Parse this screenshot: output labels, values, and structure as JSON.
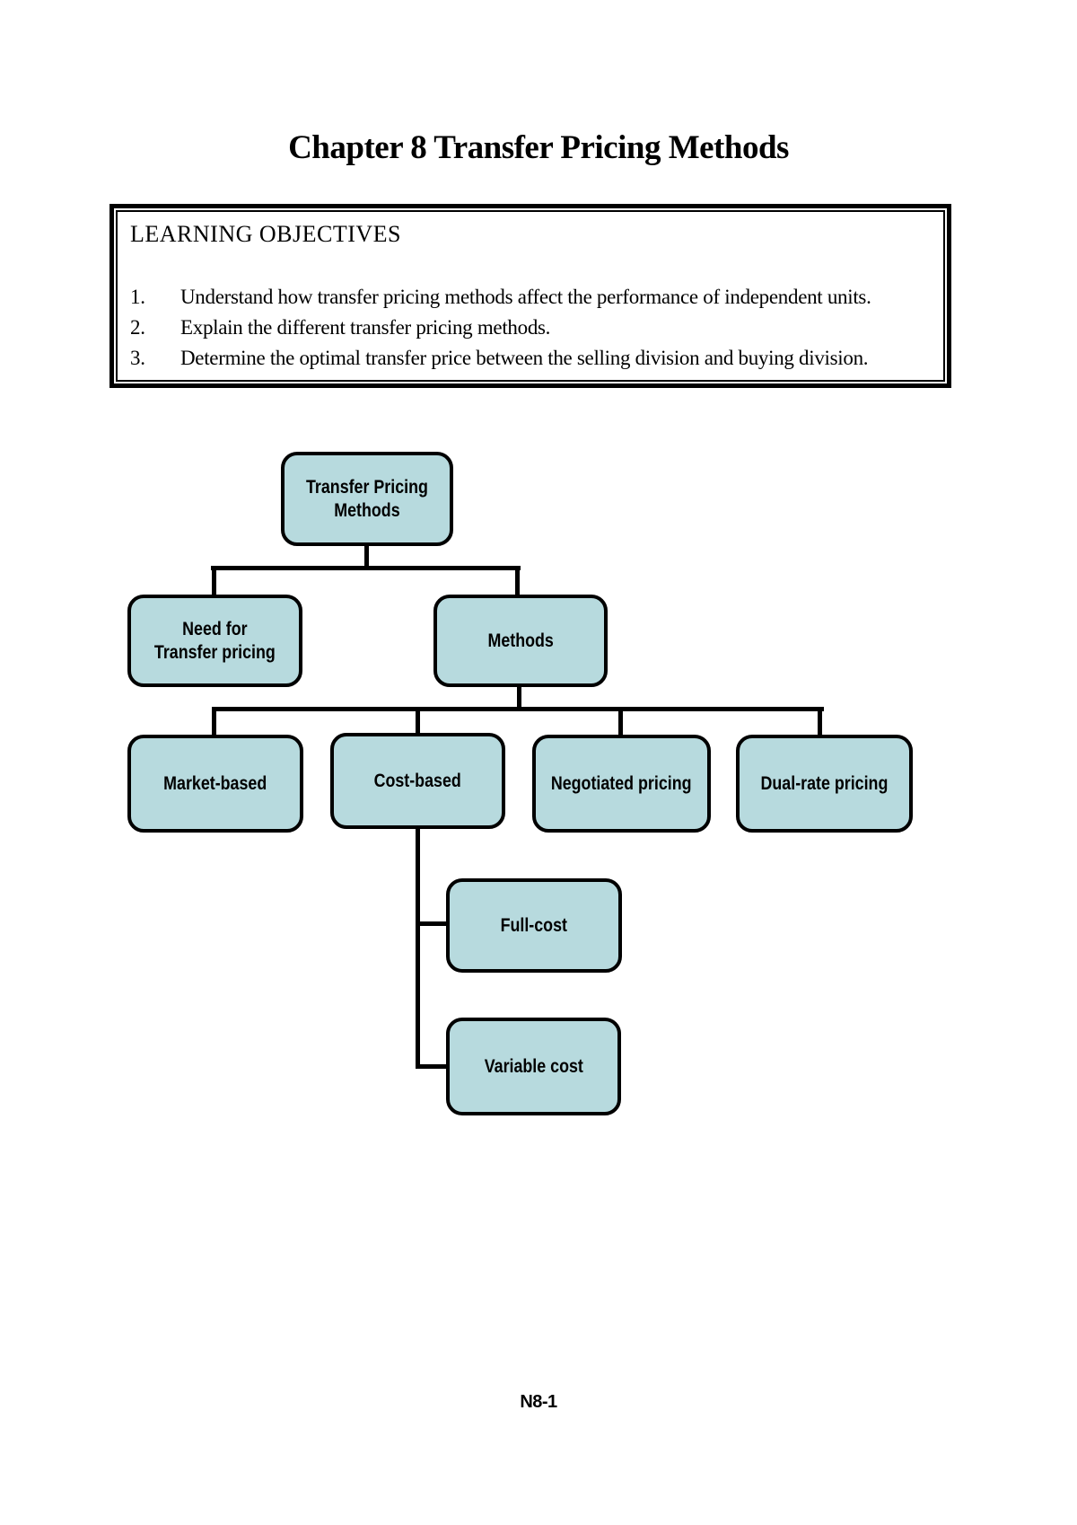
{
  "page": {
    "title": "Chapter 8 Transfer Pricing Methods",
    "footer": "N8-1"
  },
  "learning_objectives": {
    "heading": "LEARNING OBJECTIVES",
    "items": [
      {
        "number": "1.",
        "text": "Understand how transfer pricing methods affect the performance of independent units."
      },
      {
        "number": "2.",
        "text": "Explain the different transfer pricing methods."
      },
      {
        "number": "3.",
        "text": "Determine the optimal transfer price between the selling division and buying division."
      }
    ]
  },
  "diagram": {
    "colors": {
      "node_fill": "#b7dade",
      "node_border": "#000000",
      "connector": "#000000"
    },
    "nodes": [
      {
        "id": "transfer-pricing-methods",
        "label": "Transfer Pricing\nMethods"
      },
      {
        "id": "need-for-transfer-pricing",
        "label": "Need for\nTransfer pricing"
      },
      {
        "id": "methods",
        "label": "Methods"
      },
      {
        "id": "market-based",
        "label": "Market-based"
      },
      {
        "id": "cost-based",
        "label": "Cost-based"
      },
      {
        "id": "negotiated-pricing",
        "label": "Negotiated pricing"
      },
      {
        "id": "dual-rate-pricing",
        "label": "Dual-rate pricing"
      },
      {
        "id": "full-cost",
        "label": "Full-cost"
      },
      {
        "id": "variable-cost",
        "label": "Variable cost"
      }
    ]
  }
}
